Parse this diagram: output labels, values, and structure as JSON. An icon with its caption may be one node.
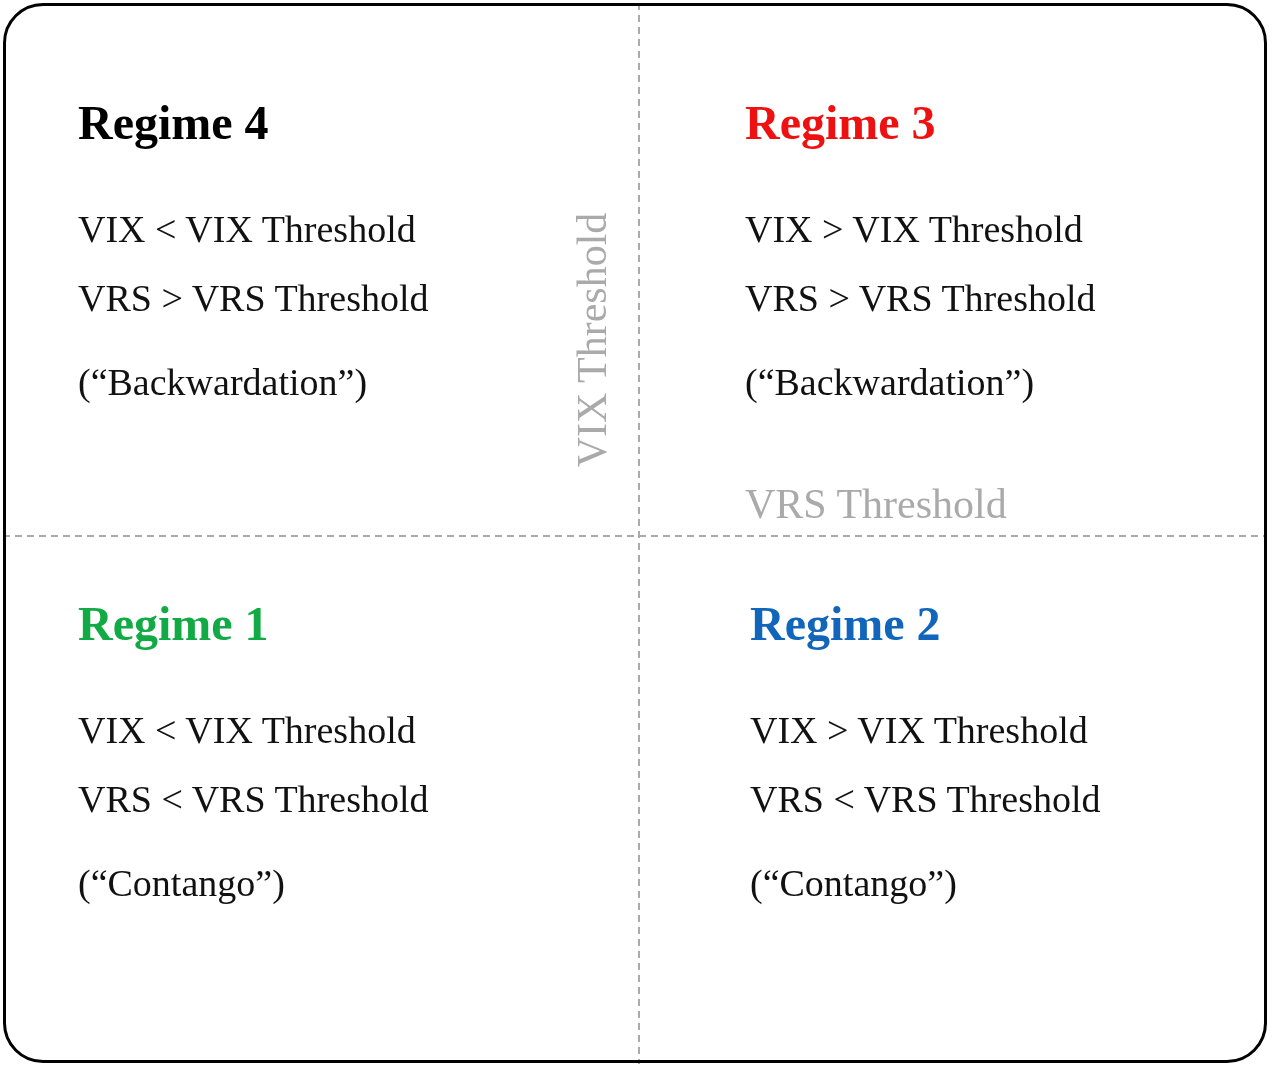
{
  "diagram": {
    "nodes": [
      {
        "text": [],
        "shape": "box"
      },
      {
        "text": [
          "Regime 4",
          "VIX < VIX Threshold",
          "VRS > VRS Threshold",
          "(“Backwardation”)"
        ],
        "in": 0
      },
      {
        "text": [
          "Regime 3",
          "VIX > VIX Threshold",
          "VRS > VRS Threshold",
          "(“Backwardation”)"
        ],
        "in": 0
      },
      {
        "text": [
          "Regime 1",
          "VIX < VIX Threshold",
          "VRS < VRS Threshold",
          "(“Contango”)"
        ],
        "in": 0
      },
      {
        "text": [
          "Regime 2",
          "VIX > VIX Threshold",
          "VRS < VRS Threshold",
          "(“Contango”)"
        ],
        "in": 0
      }
    ],
    "edges": [],
    "labels": [
      "VIX Threshold",
      "VRS Threshold"
    ]
  }
}
